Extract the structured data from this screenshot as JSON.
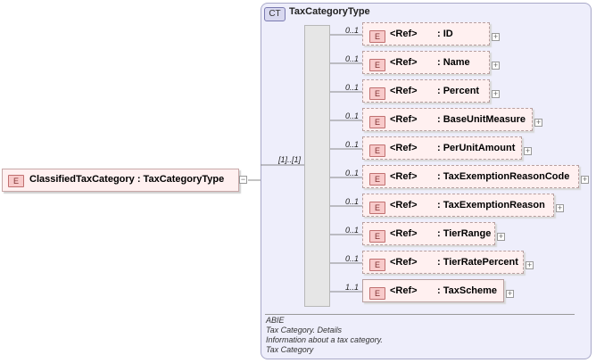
{
  "root": {
    "badge": "E",
    "label": "ClassifiedTaxCategory : TaxCategoryType",
    "toggle": "−",
    "cardinality": "[1]..[1]"
  },
  "complex_type": {
    "badge": "CT",
    "title": "TaxCategoryType"
  },
  "children": [
    {
      "cardinality": "0..1",
      "badge": "E",
      "ref": "<Ref>",
      "name": ": ID",
      "optional": true,
      "expand": "+"
    },
    {
      "cardinality": "0..1",
      "badge": "E",
      "ref": "<Ref>",
      "name": ": Name",
      "optional": true,
      "expand": "+"
    },
    {
      "cardinality": "0..1",
      "badge": "E",
      "ref": "<Ref>",
      "name": ": Percent",
      "optional": true,
      "expand": "+"
    },
    {
      "cardinality": "0..1",
      "badge": "E",
      "ref": "<Ref>",
      "name": ": BaseUnitMeasure",
      "optional": true,
      "expand": "+"
    },
    {
      "cardinality": "0..1",
      "badge": "E",
      "ref": "<Ref>",
      "name": ": PerUnitAmount",
      "optional": true,
      "expand": "+"
    },
    {
      "cardinality": "0..1",
      "badge": "E",
      "ref": "<Ref>",
      "name": ": TaxExemptionReasonCode",
      "optional": true,
      "expand": "+"
    },
    {
      "cardinality": "0..1",
      "badge": "E",
      "ref": "<Ref>",
      "name": ": TaxExemptionReason",
      "optional": true,
      "expand": "+"
    },
    {
      "cardinality": "0..1",
      "badge": "E",
      "ref": "<Ref>",
      "name": ": TierRange",
      "optional": true,
      "expand": "+"
    },
    {
      "cardinality": "0..1",
      "badge": "E",
      "ref": "<Ref>",
      "name": ": TierRatePercent",
      "optional": true,
      "expand": "+"
    },
    {
      "cardinality": "1..1",
      "badge": "E",
      "ref": "<Ref>",
      "name": ": TaxScheme",
      "optional": false,
      "expand": "+"
    }
  ],
  "annotation": {
    "lines": [
      "ABIE",
      "Tax Category. Details",
      "Information about a tax category.",
      "Tax Category"
    ]
  }
}
